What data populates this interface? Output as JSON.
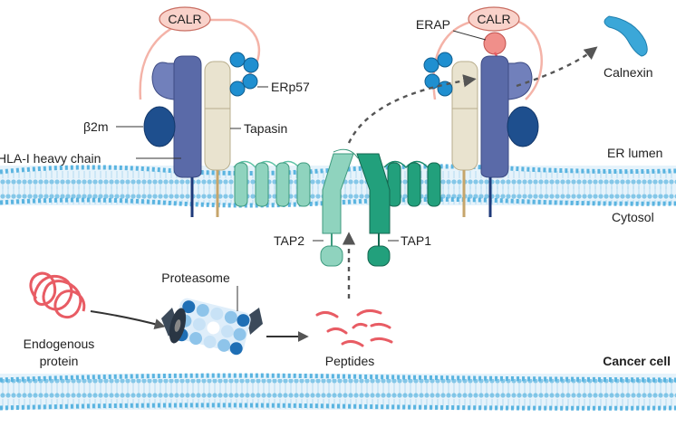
{
  "labels": {
    "calr_left": "CALR",
    "calr_right": "CALR",
    "erap": "ERAP",
    "calnexin": "Calnexin",
    "erp57": "ERp57",
    "b2m": "β2m",
    "tapasin": "Tapasin",
    "hla_heavy_chain": "HLA-I heavy chain",
    "er_lumen": "ER lumen",
    "cytosol": "Cytosol",
    "tap2": "TAP2",
    "tap1": "TAP1",
    "proteasome": "Proteasome",
    "endogenous_protein_line1": "Endogenous",
    "endogenous_protein_line2": "protein",
    "peptides": "Peptides",
    "cancer_cell": "Cancer cell"
  },
  "colors": {
    "background": "#ffffff",
    "membrane_blue": "#5ab4e0",
    "membrane_band": "#e6f3fb",
    "hla_heavy_chain": "#5a6aa8",
    "b2m": "#1e4f8e",
    "tapasin": "#e9e3cf",
    "erp57": "#1f8fd0",
    "calr": "#f4b3a8",
    "tap_light": "#8fd3be",
    "tap_dark": "#1b8b6c",
    "tm_helix": "#5ec2a6",
    "peptide": "#e85c64",
    "calnexin": "#3ba7d8",
    "arrow": "#555555"
  }
}
